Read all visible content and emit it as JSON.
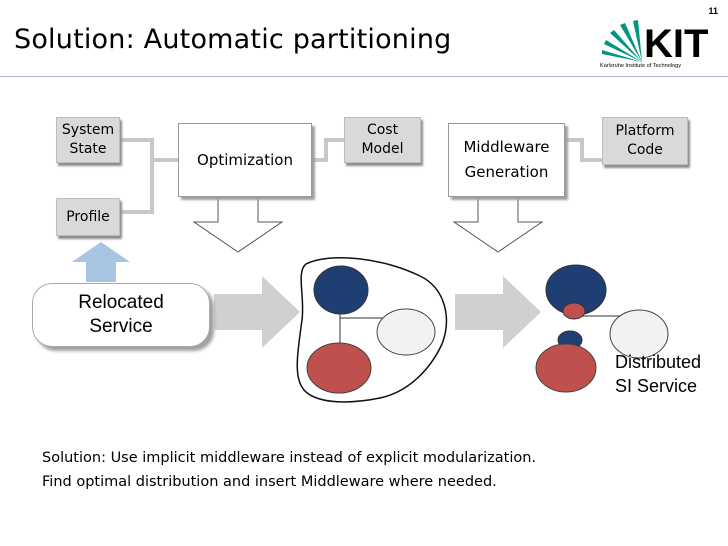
{
  "page_number": "11",
  "title": "Solution: Automatic partitioning",
  "logo": {
    "text": "KIT",
    "subtitle": "Karlsruhe Institute of Technology"
  },
  "boxes": {
    "system_state": "System State",
    "profile": "Profile",
    "optimization": "Optimization",
    "cost_model": "Cost Model",
    "middleware_generation": "Middleware Generation",
    "platform_code": "Platform Code",
    "relocated_service": "Relocated Service",
    "distributed_service": "Distributed SI Service"
  },
  "colors": {
    "blue": "#1f3f73",
    "red": "#c0504d",
    "gray_box": "#d9d9d9",
    "arrow_gray": "#d0d0d0",
    "light_blue_arrow": "#a9c3e3"
  },
  "caption": {
    "line1": "Solution: Use implicit middleware instead of explicit modularization.",
    "line2": "Find optimal distribution and insert Middleware where needed."
  }
}
